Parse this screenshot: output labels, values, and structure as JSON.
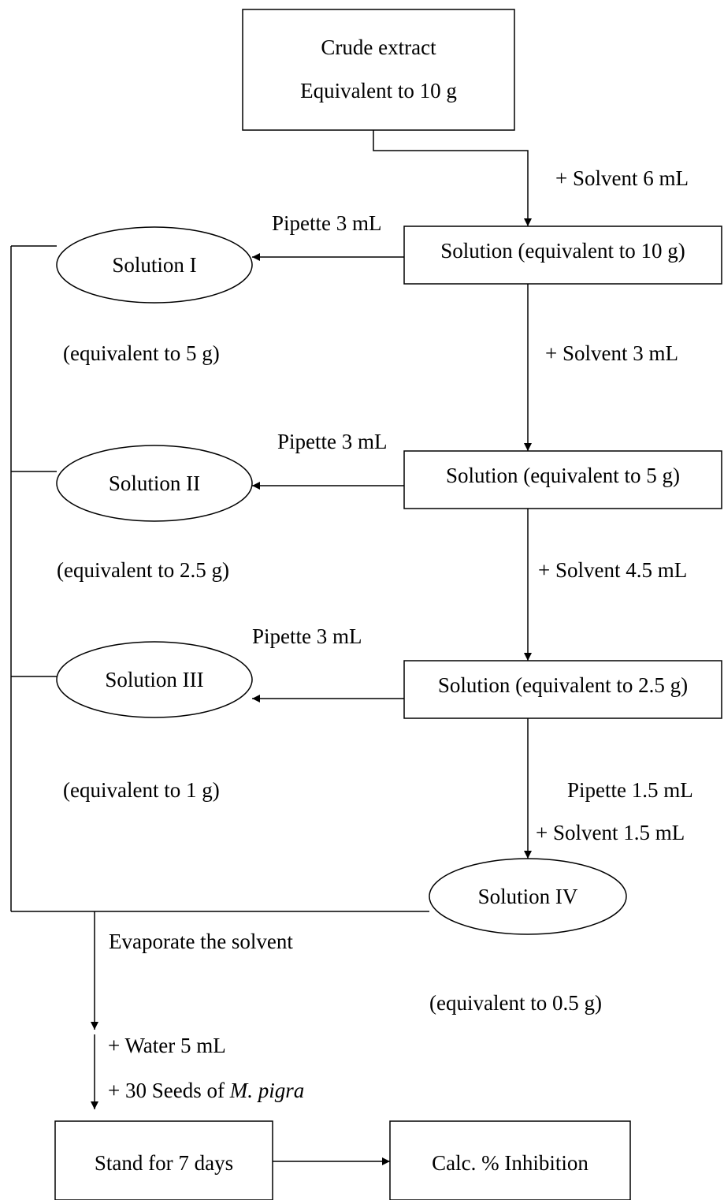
{
  "crude": {
    "line1": "Crude extract",
    "line2": "Equivalent to 10 g"
  },
  "steps": {
    "solvent_6": "+ Solvent 6 mL",
    "solvent_3": "+ Solvent 3 mL",
    "solvent_45": "+ Solvent 4.5 mL",
    "pipette_15": "Pipette 1.5 mL",
    "solvent_15": "+ Solvent 1.5 mL"
  },
  "stock": {
    "s10": "Solution (equivalent to 10 g)",
    "s5": "Solution (equivalent to 5 g)",
    "s25": "Solution (equivalent to 2.5 g)"
  },
  "pipette": {
    "p1": "Pipette 3 mL",
    "p2": "Pipette 3 mL",
    "p3": "Pipette 3 mL"
  },
  "solutions": {
    "i": {
      "label": "Solution I",
      "equiv": "(equivalent to 5 g)"
    },
    "ii": {
      "label": "Solution II",
      "equiv": "(equivalent to 2.5 g)"
    },
    "iii": {
      "label": "Solution III",
      "equiv": "(equivalent to 1 g)"
    },
    "iv": {
      "label": "Solution IV",
      "equiv": "(equivalent to 0.5 g)"
    }
  },
  "final": {
    "evaporate": "Evaporate the solvent",
    "water": "+ Water 5 mL",
    "seeds_prefix": "+ 30 Seeds of ",
    "seeds_species": "M. pigra",
    "stand": "Stand for 7 days",
    "calc": "Calc. % Inhibition"
  }
}
